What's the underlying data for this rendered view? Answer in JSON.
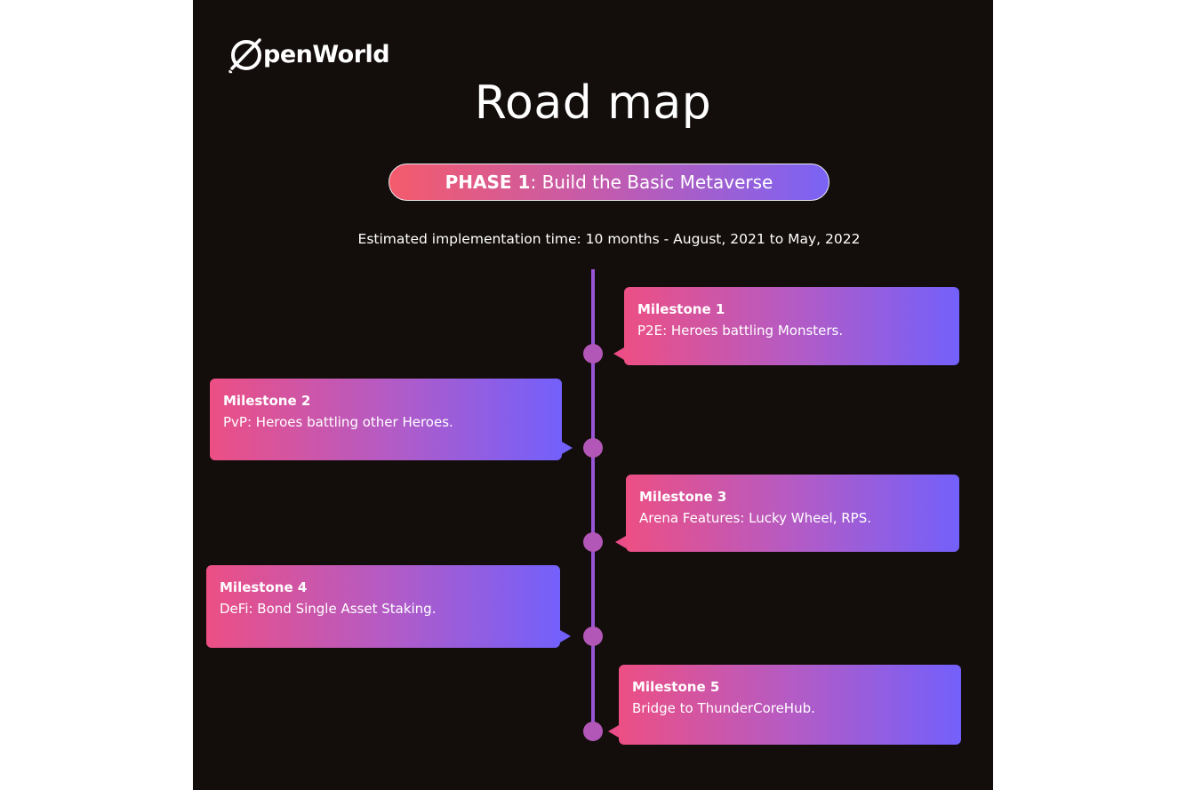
{
  "logo": {
    "initial": "O",
    "text": "penWorld"
  },
  "title": "Road map",
  "phase": {
    "label": "PHASE 1",
    "text": ": Build the Basic Metaverse"
  },
  "estimate": "Estimated implementation time: 10 months - August, 2021 to May, 2022",
  "milestones": [
    {
      "title": "Milestone 1",
      "desc": "P2E: Heroes battling Monsters."
    },
    {
      "title": "Milestone 2",
      "desc": "PvP: Heroes battling other Heroes."
    },
    {
      "title": "Milestone 3",
      "desc": "Arena Features: Lucky Wheel, RPS."
    },
    {
      "title": "Milestone 4",
      "desc": "DeFi: Bond Single Asset Staking."
    },
    {
      "title": "Milestone 5",
      "desc": "Bridge to ThunderCoreHub."
    }
  ],
  "colors": {
    "background": "#130d0b",
    "gradient_start": "#ec4f84",
    "gradient_end": "#7360fb",
    "timeline": "#9a55d6"
  }
}
